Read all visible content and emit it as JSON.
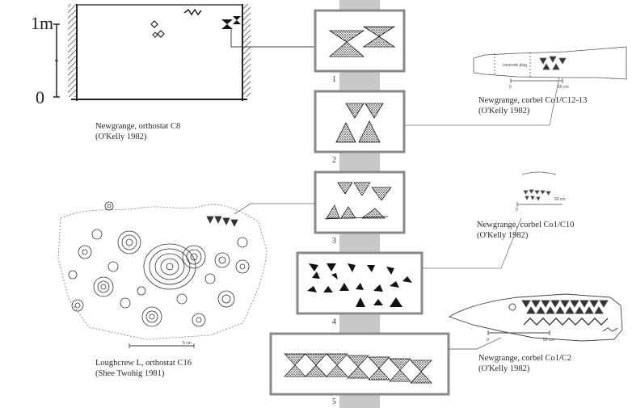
{
  "scale": {
    "top_label": "1m",
    "bottom_label": "0"
  },
  "captions": {
    "c8": {
      "line1": "Newgrange, orthostat C8",
      "line2": "(O'Kelly 1982)"
    },
    "c16": {
      "line1": "Loughcrew L, orthostat C16",
      "line2": "(Shee Twohig 1981)"
    },
    "co1_c12": {
      "line1": "Newgrange, corbel Co1/C12-13",
      "line2": "(O'Kelly 1982)"
    },
    "co1_c10": {
      "line1": "Newgrange, corbel Co1/C10",
      "line2": "(O'Kelly 1982)"
    },
    "co1_c2": {
      "line1": "Newgrange, corbel Co1/C2",
      "line2": "(O'Kelly 1982)"
    }
  },
  "panels": [
    {
      "number": "1"
    },
    {
      "number": "2"
    },
    {
      "number": "3"
    },
    {
      "number": "4"
    },
    {
      "number": "5"
    }
  ],
  "sketch_labels": {
    "scale_50cm": "50 cm",
    "scale_0": "0",
    "concrete_plug": "concrete plug",
    "scale_5m": "5 cm"
  },
  "colors": {
    "panel_border": "#8a8a8a",
    "center_band": "#c8c8c8",
    "ink": "#1a1a1a"
  }
}
